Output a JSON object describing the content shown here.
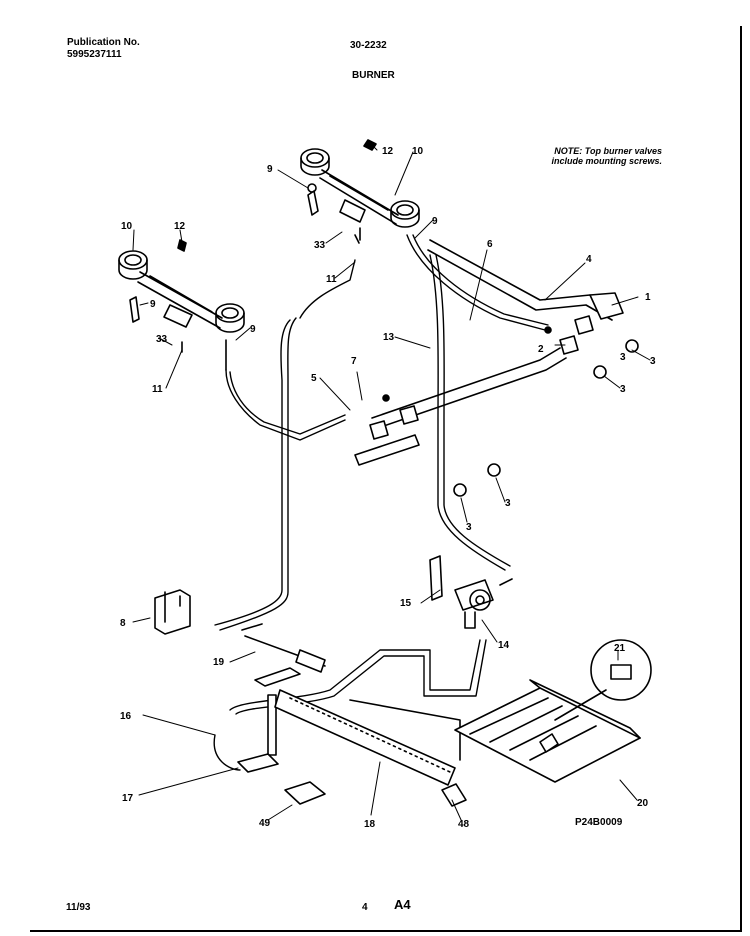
{
  "header": {
    "publication_label": "Publication No.",
    "publication_number": "5995237111",
    "model_code": "30-2232",
    "section_title": "BURNER"
  },
  "note": {
    "line1": "NOTE: Top burner valves",
    "line2": "include mounting screws."
  },
  "diagram_reference": "P24B0009",
  "footer": {
    "date": "11/93",
    "page_number": "4",
    "page_code": "A4"
  },
  "callouts": [
    "1",
    "2",
    "3",
    "3",
    "3",
    "3",
    "3",
    "4",
    "5",
    "6",
    "7",
    "8",
    "9",
    "9",
    "9",
    "9",
    "10",
    "10",
    "11",
    "11",
    "12",
    "12",
    "13",
    "14",
    "15",
    "16",
    "17",
    "18",
    "19",
    "20",
    "21",
    "33",
    "33",
    "49",
    "48"
  ]
}
